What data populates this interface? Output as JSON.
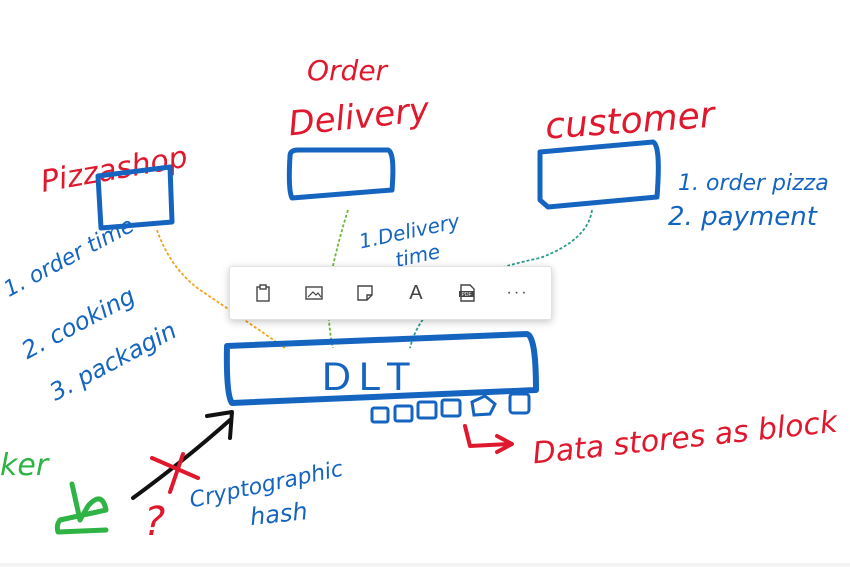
{
  "labels": {
    "pizzashop": "Pizzashop",
    "order_delivery_1": "Order",
    "order_delivery_2": "Delivery",
    "customer": "customer",
    "pizza_steps": [
      "1. order time",
      "2. cooking",
      "3. packagin"
    ],
    "delivery_steps": [
      "1.Delivery",
      "time"
    ],
    "customer_steps": [
      "1. order pizza",
      "2. payment"
    ],
    "dlt": "DLT",
    "data_stores": "Data stores as block",
    "crypto_1": "Cryptographic",
    "crypto_2": "hash",
    "maker": "ker",
    "question": "?"
  },
  "colors": {
    "red_ink": "#e0182d",
    "blue_ink": "#1565c0",
    "black_ink": "#111111",
    "green_ink": "#2fb344"
  },
  "toolbar": {
    "items": [
      {
        "name": "clipboard-icon"
      },
      {
        "name": "image-icon"
      },
      {
        "name": "sticky-note-icon"
      },
      {
        "name": "text-icon",
        "text": "A"
      },
      {
        "name": "pdf-icon",
        "text": "PDF"
      },
      {
        "name": "more-icon",
        "text": "···"
      }
    ]
  }
}
